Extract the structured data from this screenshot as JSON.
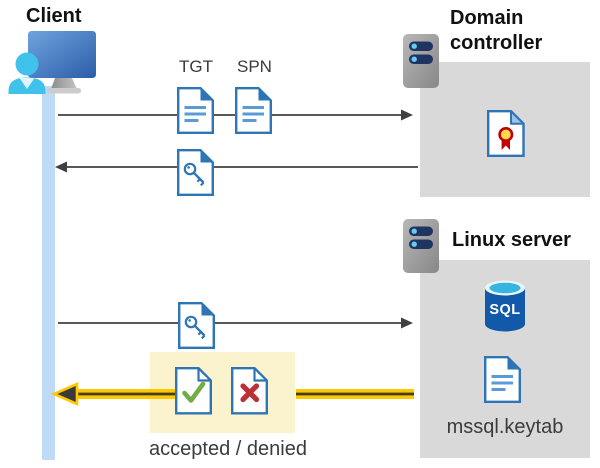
{
  "client": {
    "title": "Client"
  },
  "domain_controller": {
    "title": "Domain controller"
  },
  "linux_server": {
    "title": "Linux server",
    "sql_badge": "SQL",
    "keytab_file": "mssql.keytab"
  },
  "flow": {
    "tgt_label": "TGT",
    "spn_label": "SPN",
    "result_label": "accepted / denied"
  },
  "colors": {
    "doc_border_blue": "#2e75b6",
    "doc_text_line_blue": "#5b9bd5",
    "section_box_gray": "#d9d9d9",
    "lifeline_blue": "#bfdaf7",
    "arrow_gray": "#404040",
    "highlight_box_yellow": "#fbf3cd",
    "highlight_arrow_yellow": "#ffc800",
    "accept_green": "#6fae44",
    "deny_red": "#be2e35",
    "sql_body_blue": "#1259a9",
    "sql_top_cyan": "#35b5e0",
    "server_pill_navy": "#1f3460",
    "cert_ribbon_red": "#c00000",
    "cert_rosette_yellow": "#ffd84d",
    "person_cyan": "#3fc3ec"
  }
}
